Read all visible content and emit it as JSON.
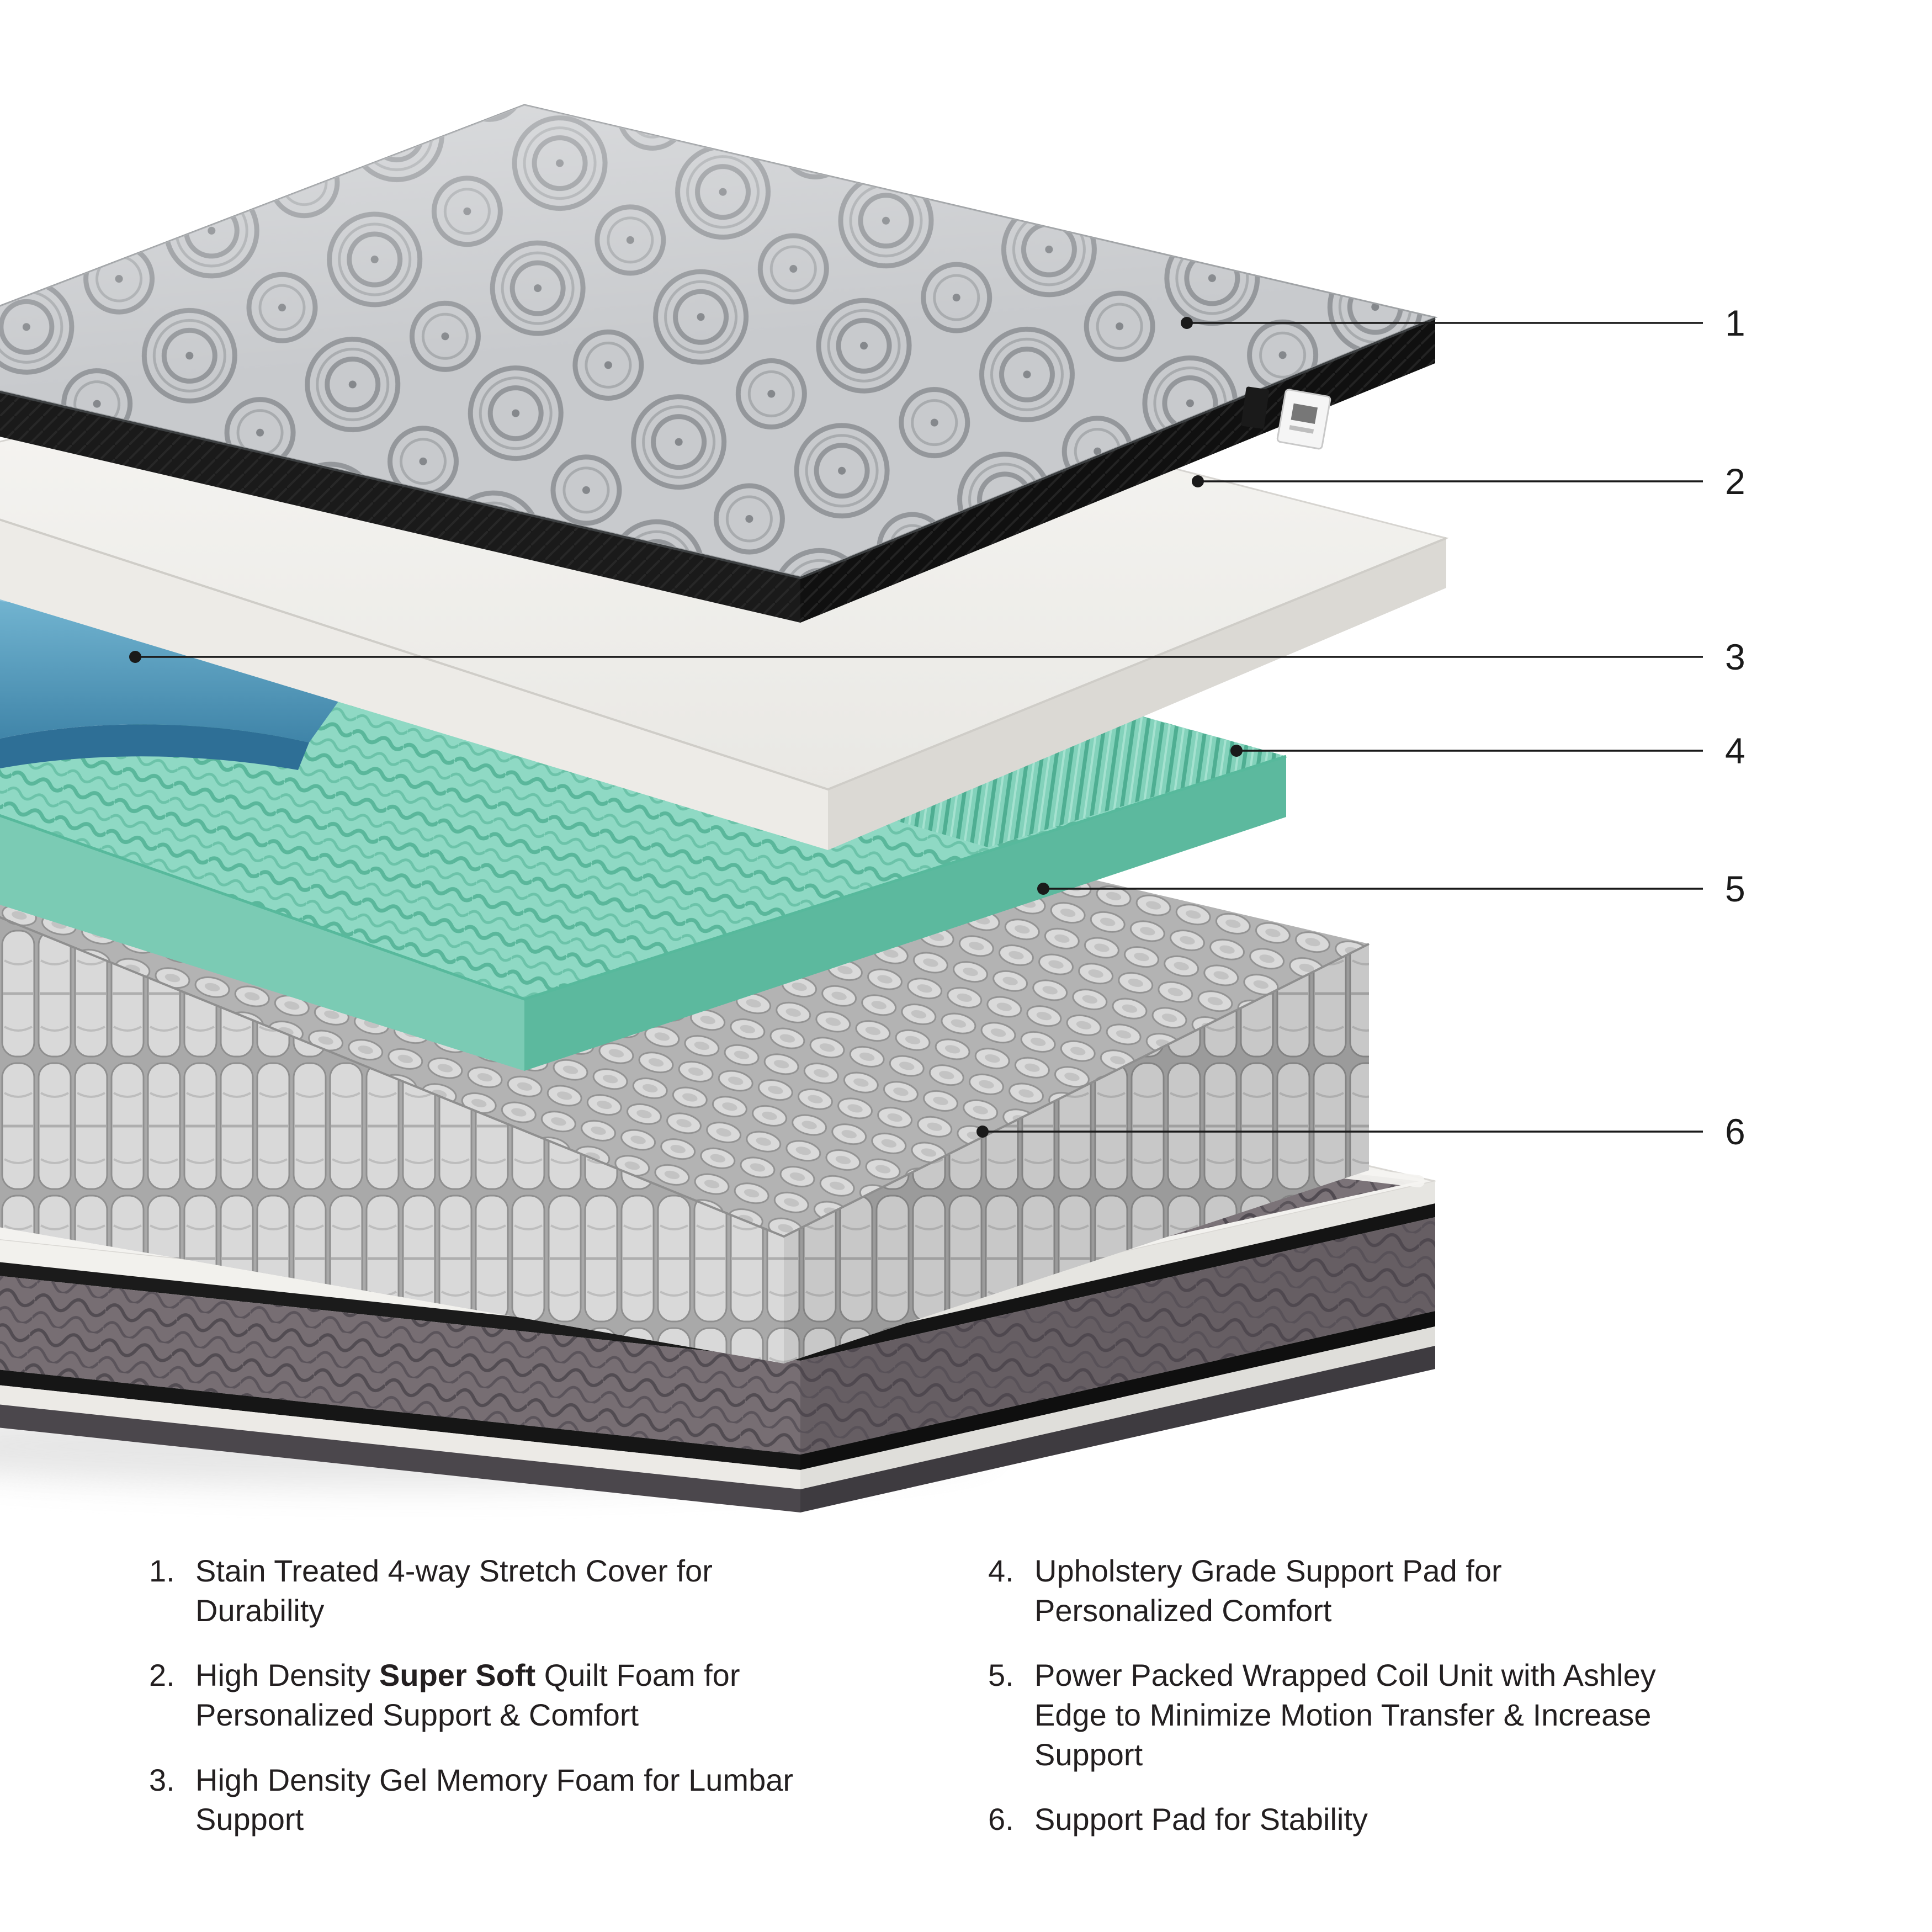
{
  "figure": {
    "callout_numbers": [
      "1",
      "2",
      "3",
      "4",
      "5",
      "6"
    ]
  },
  "legend": {
    "left": [
      {
        "num": "1.",
        "text": "Stain Treated 4-way Stretch Cover for Durability"
      },
      {
        "num": "2.",
        "pre": "High Density ",
        "bold": "Super Soft",
        "post": " Quilt Foam for Personalized Support & Comfort"
      },
      {
        "num": "3.",
        "text": "High Density Gel Memory Foam for Lumbar Support"
      }
    ],
    "right": [
      {
        "num": "4.",
        "text": "Upholstery Grade Support Pad for Personalized Comfort"
      },
      {
        "num": "5.",
        "text": "Power Packed Wrapped Coil Unit with Ashley Edge to Minimize Motion Transfer & Increase Support"
      },
      {
        "num": "6.",
        "text": "Support Pad for Stability"
      }
    ]
  },
  "colors": {
    "cover_fabric": "#c8cacd",
    "quilt_lines": "#94979b",
    "binding_black": "#161616",
    "quilt_foam_white": "#f5f4f1",
    "gel_memory_foam_blue": "#4f9dc0",
    "support_pad_green": "#8fd9c4",
    "coil_gray": "#d9d9d9",
    "base_pad_brown": "#4a4234",
    "encasement_gray": "#776e73",
    "callout_line": "#1a1a1a",
    "text": "#231f20"
  }
}
